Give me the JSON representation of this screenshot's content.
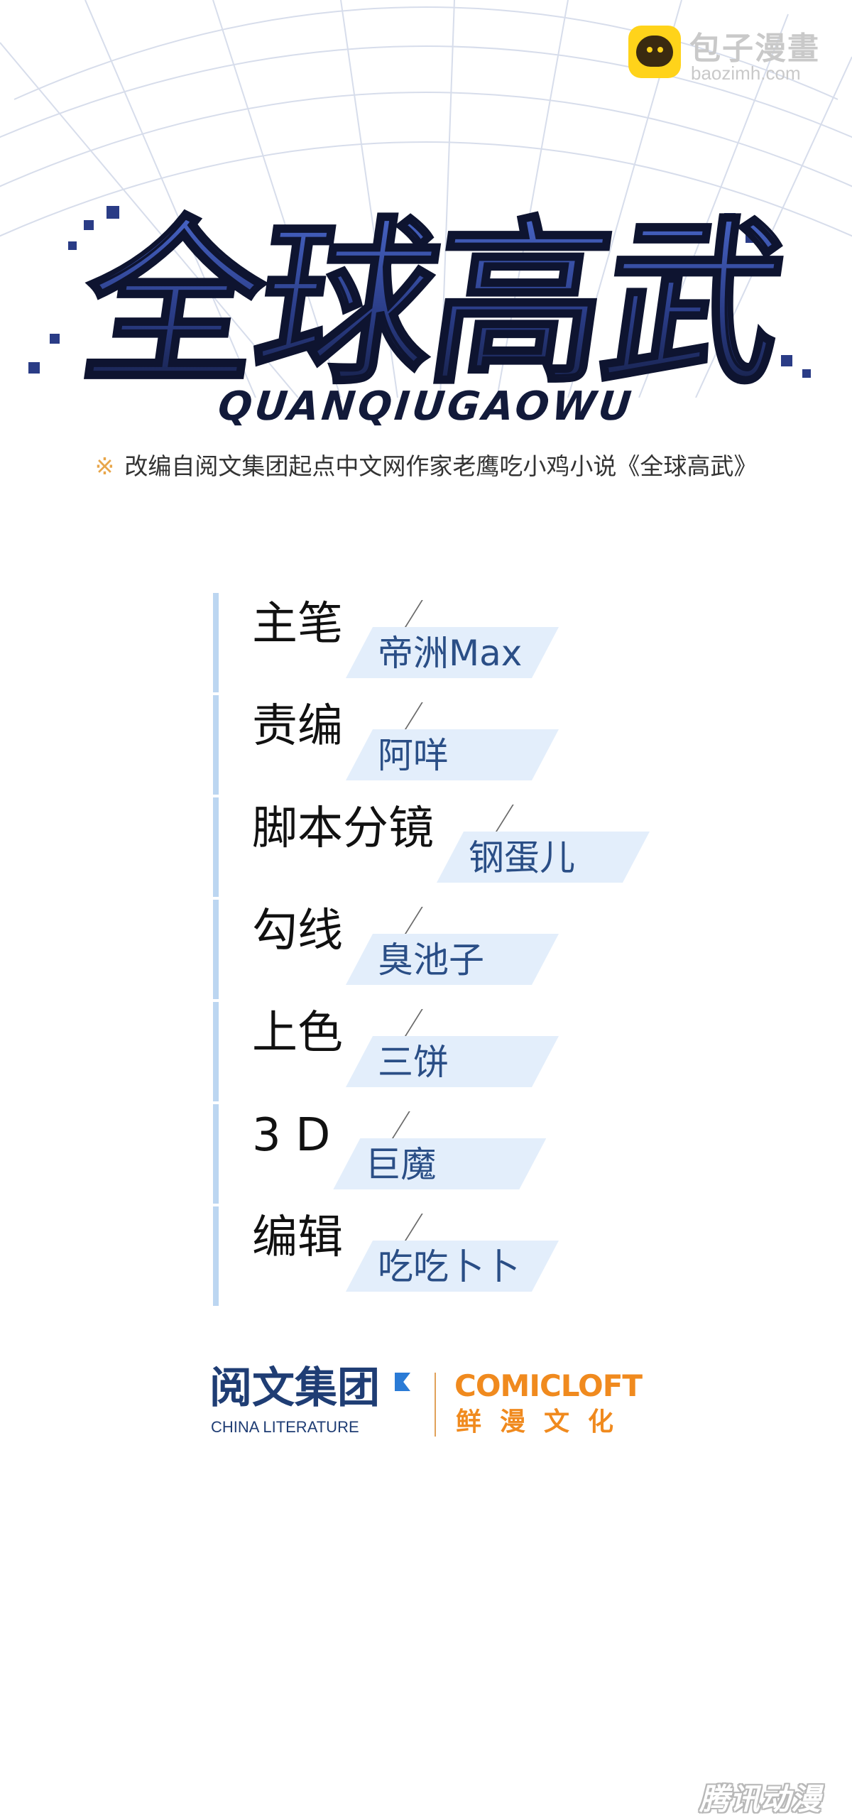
{
  "watermark": {
    "site_name": "包子漫畫",
    "site_url": "baozimh.com",
    "icon": "baozi-bun-icon",
    "corner_mark": "腾讯动漫"
  },
  "title": {
    "main": "全球高武",
    "pinyin": "QUANQIUGAOWU"
  },
  "note": {
    "mark": "※",
    "text": "改编自阅文集团起点中文网作家老鹰吃小鸡小说《全球高武》"
  },
  "credits": [
    {
      "role": "主笔",
      "name": "帝洲Max"
    },
    {
      "role": "责编",
      "name": "阿咩"
    },
    {
      "role": "脚本分镜",
      "name": "钢蛋儿"
    },
    {
      "role": "勾线",
      "name": "臭池子"
    },
    {
      "role": "上色",
      "name": "三饼"
    },
    {
      "role": "3 D",
      "name": "巨魔"
    },
    {
      "role": "编辑",
      "name": "吃吃卜卜"
    }
  ],
  "publishers": {
    "china_literature_cn": "阅文集团",
    "china_literature_en": "CHINA LITERATURE",
    "comicloft_en": "COMICLOFT",
    "comicloft_cn": "鲜漫文化"
  },
  "colors": {
    "title_blue": "#3b56b8",
    "title_dark": "#121a3a",
    "credit_plate": "#e3eefb",
    "credit_bar": "#bcd6f1",
    "credit_name": "#2a4e86",
    "comicloft_orange": "#f08a1e",
    "china_literature_blue": "#1f3d74"
  }
}
